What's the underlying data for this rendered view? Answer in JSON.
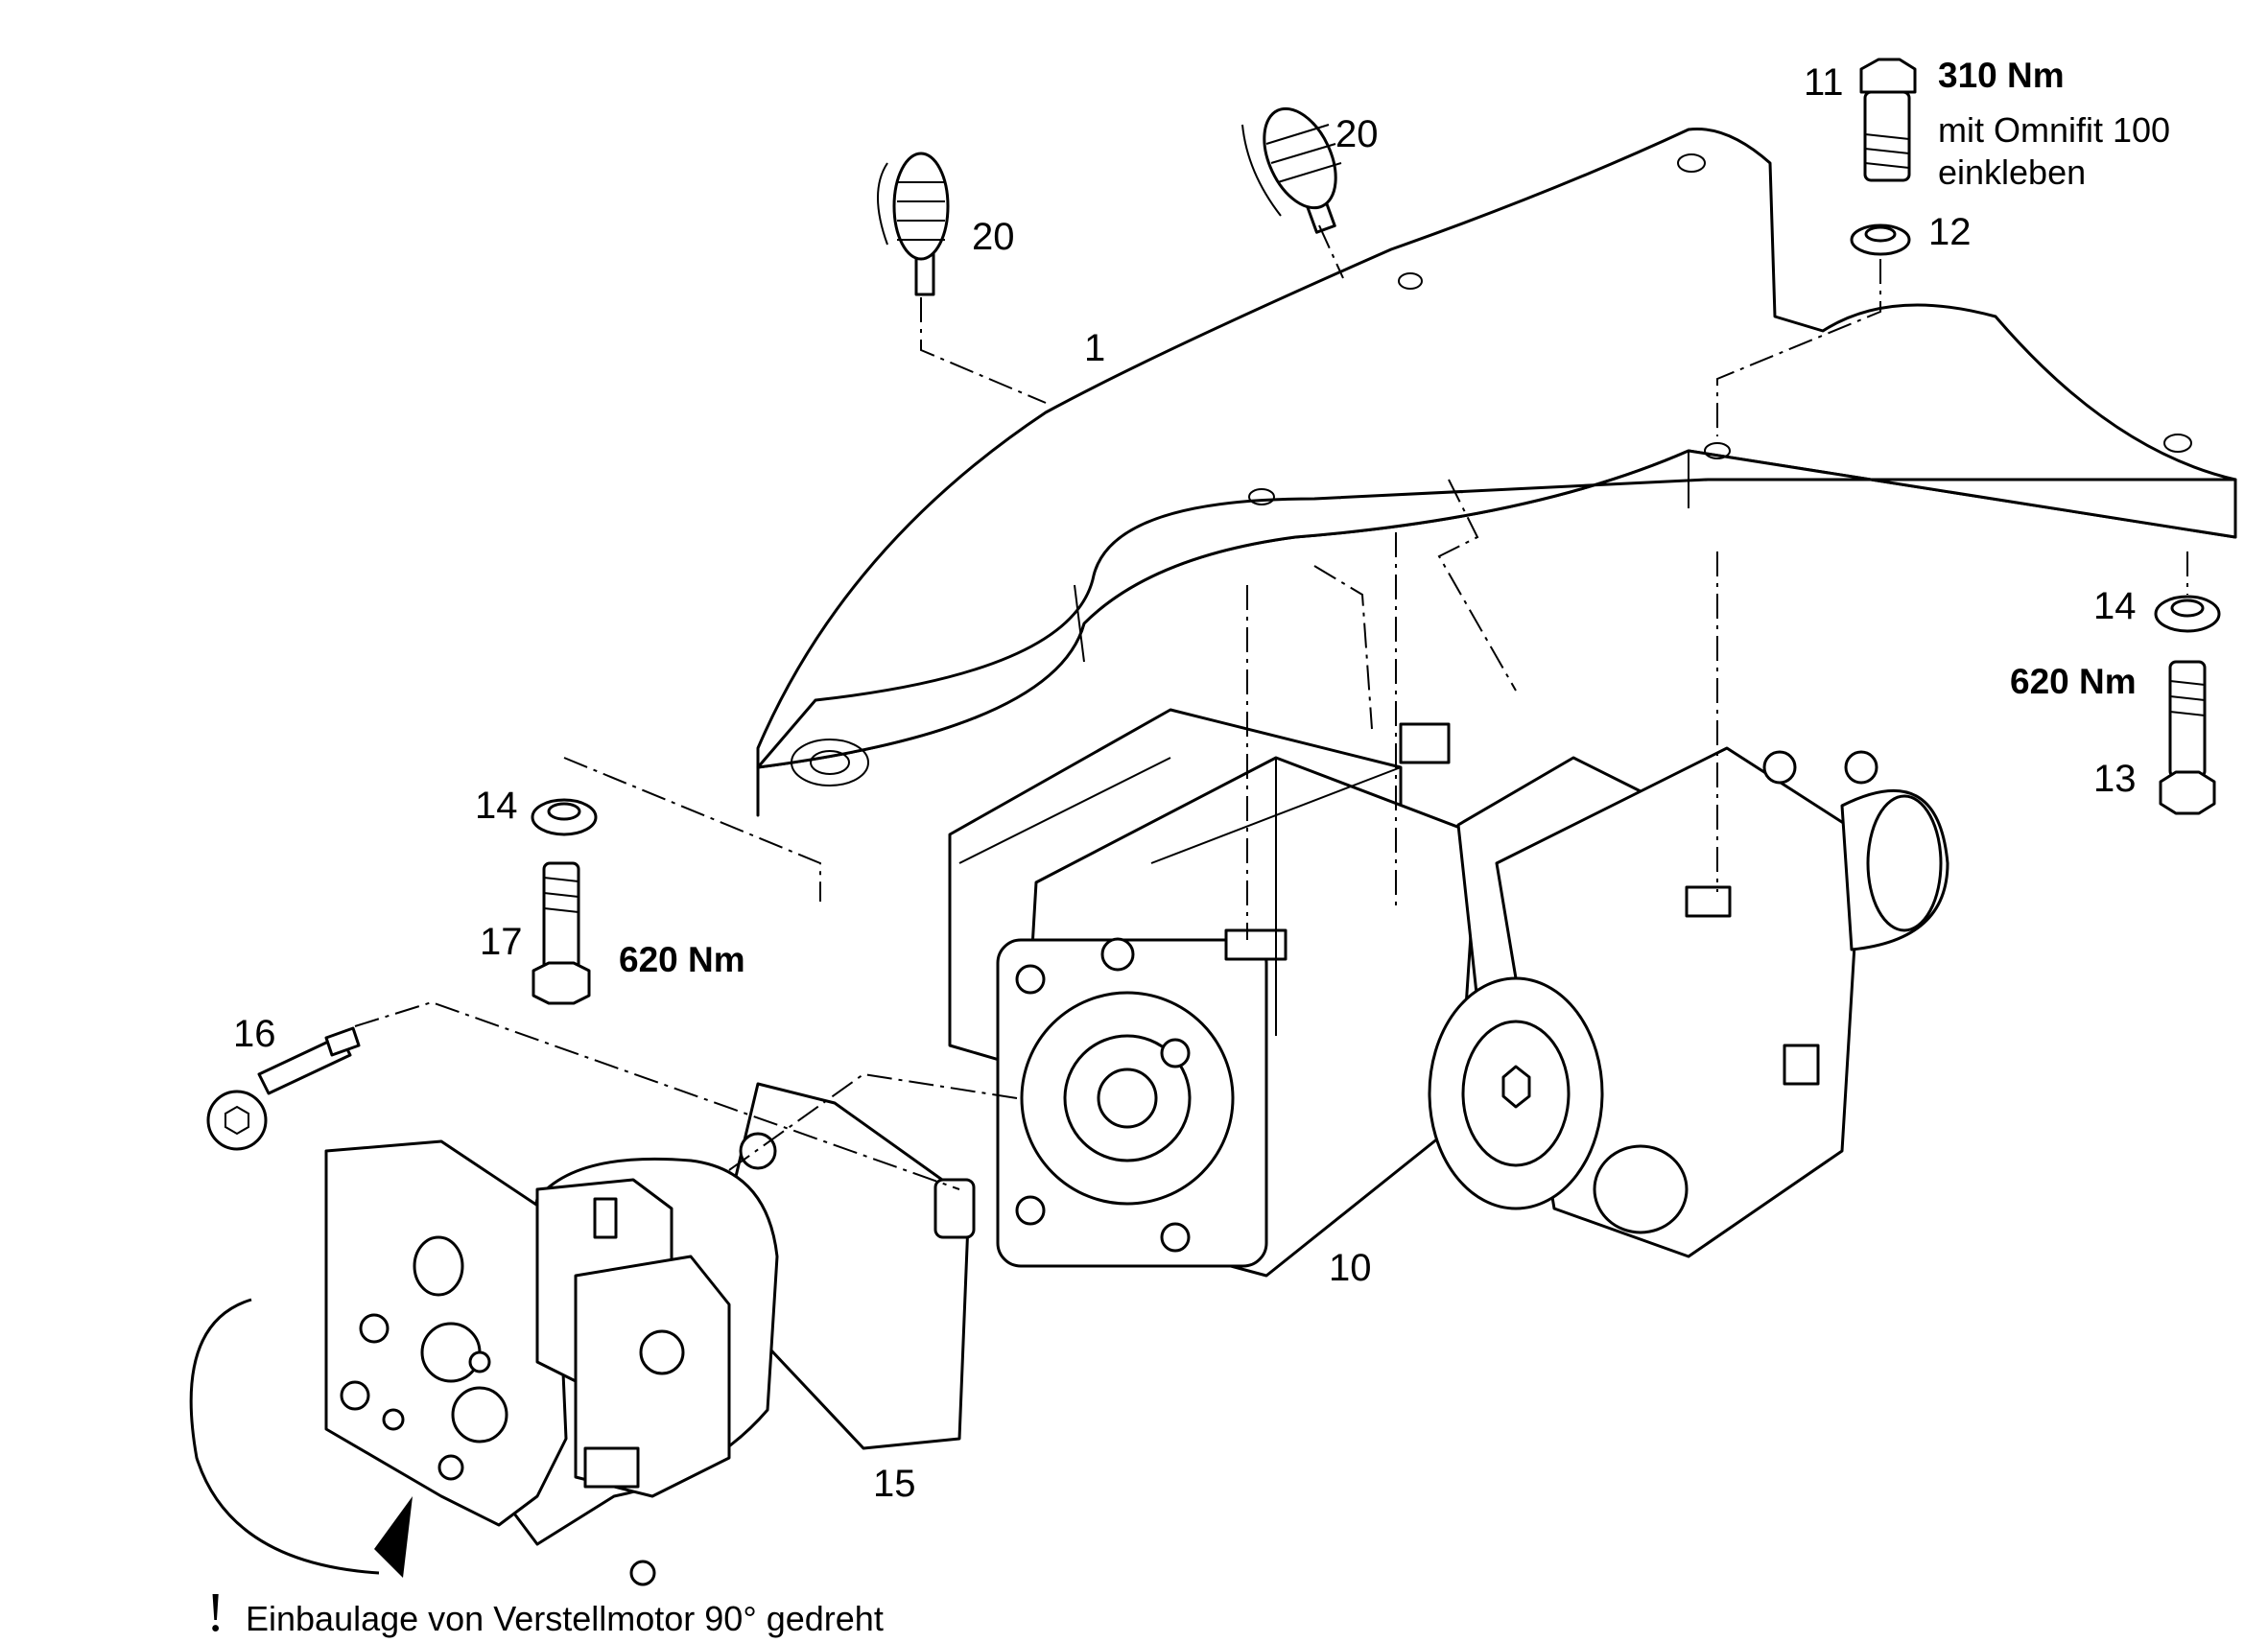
{
  "callouts": {
    "c1": "1",
    "c10": "10",
    "c11": "11",
    "c12": "12",
    "c13": "13",
    "c14_right": "14",
    "c14_left": "14",
    "c15": "15",
    "c16": "16",
    "c17": "17",
    "c20_left": "20",
    "c20_right": "20"
  },
  "torques": {
    "t11": "310 Nm",
    "t13": "620 Nm",
    "t17": "620 Nm"
  },
  "notes": {
    "omnifit_line1": "mit  Omnifit 100",
    "omnifit_line2": "einkleben",
    "warning_mark": "!",
    "install_note": "Einbaulage von Verstellmotor 90° gedreht"
  }
}
